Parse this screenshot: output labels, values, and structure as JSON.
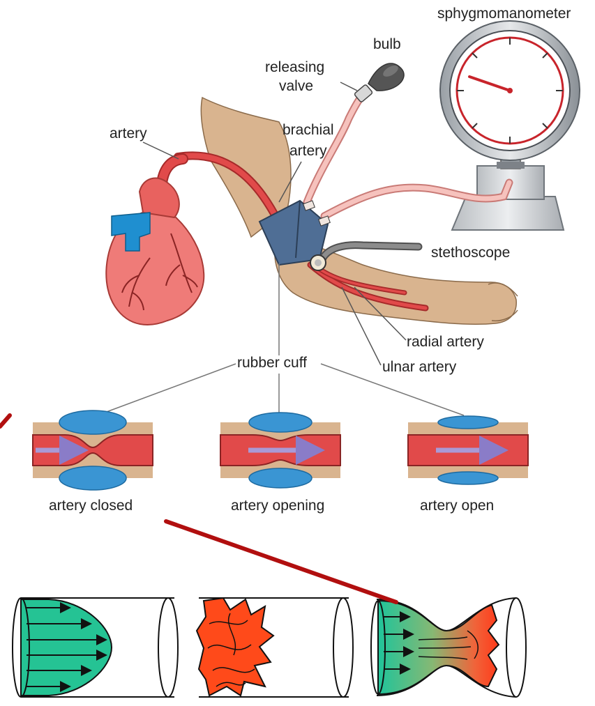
{
  "labels": {
    "sphygmomanometer": "sphygmomanometer",
    "bulb": "bulb",
    "releasing_valve_line1": "releasing",
    "releasing_valve_line2": "valve",
    "artery": "artery",
    "brachial_artery_line1": "brachial",
    "brachial_artery_line2": "artery",
    "stethoscope": "stethoscope",
    "radial_artery": "radial artery",
    "ulnar_artery": "ulnar artery",
    "rubber_cuff": "rubber cuff",
    "artery_closed": "artery closed",
    "artery_opening": "artery opening",
    "artery_open": "artery open"
  },
  "colors": {
    "heart": "#ef7b78",
    "heart_vessel_blue": "#1f8fd0",
    "artery_red": "#e14a4a",
    "skin": "#d9b48f",
    "cuff": "#4f6e95",
    "tube_pink": "#f3b2ad",
    "stethoscope_grey": "#7d7d7d",
    "cuff_blue": "#3a95d3",
    "flow_arrow": "#9b8ad0",
    "laminar_green": "#25c394",
    "turbulent_red": "#ff4a1a",
    "pointer_line": "#b10f0f"
  },
  "icons": [
    "heart-icon",
    "gauge-icon",
    "bulb-icon",
    "arm-icon",
    "stethoscope-icon",
    "cuff-icon"
  ]
}
